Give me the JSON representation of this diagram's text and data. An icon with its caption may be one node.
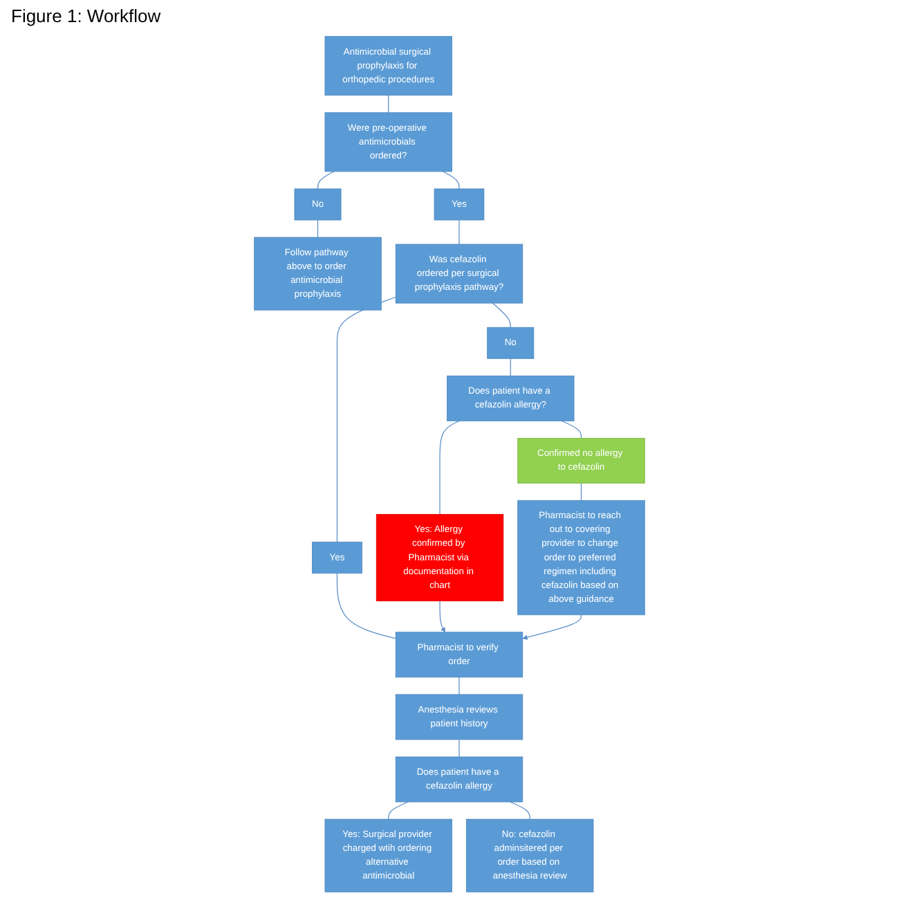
{
  "diagram": {
    "title": "Figure 1: Workflow",
    "nodes": [
      {
        "text": [
          "Antimicrobial surgical prophylaxis for orthopedic procedures"
        ]
      },
      {
        "text": [
          "Were pre-operative antimicrobials ordered?"
        ]
      },
      {
        "text": [
          "Yes"
        ]
      },
      {
        "text": [
          "No"
        ]
      },
      {
        "text": [
          "Follow pathway above to order antimicrobial prophylaxis"
        ]
      },
      {
        "text": [
          "Was cefazolin ordered per surgical prophylaxis pathway?"
        ]
      },
      {
        "text": [
          "Yes"
        ]
      },
      {
        "text": [
          "No"
        ]
      },
      {
        "text": [
          "Does patient have a cefazolin allergy?"
        ]
      },
      {
        "text": [
          "Pharmacist to verify order"
        ]
      },
      {
        "text": [
          "Yes: Allergy confirmed by Pharmacist via documentation in chart"
        ]
      },
      {
        "text": [
          "Confirmed no allergy to cefazolin"
        ]
      },
      {
        "text": [
          "Pharmacist to reach out to covering provider to change order to preferred regimen including cefazolin based on above guidance"
        ]
      },
      {
        "text": [
          "Anesthesia reviews patient history"
        ]
      },
      {
        "text": [
          "Does patient have a cefazolin allergy"
        ]
      },
      {
        "text": [
          "Yes: Surgical provider charged wtih ordering alternative antimicrobial"
        ]
      },
      {
        "text": [
          "No: cefazolin adminsitered per order based on anesthesia review"
        ]
      }
    ],
    "edges": [
      {
        "from": 0,
        "to": 1,
        "arrow": "none"
      },
      {
        "from": 1,
        "to": 2,
        "arrow": "none"
      },
      {
        "from": 1,
        "to": 3,
        "arrow": "none"
      },
      {
        "from": 3,
        "to": 4,
        "arrow": "none"
      },
      {
        "from": 2,
        "to": 5,
        "arrow": "none"
      },
      {
        "from": 5,
        "to": 6,
        "arrow": "none"
      },
      {
        "from": 5,
        "to": 7,
        "arrow": "none"
      },
      {
        "from": 7,
        "to": 8,
        "arrow": "none"
      },
      {
        "from": 6,
        "to": 9,
        "arrow": "none"
      },
      {
        "from": 8,
        "to": 10,
        "arrow": "none"
      },
      {
        "from": 8,
        "to": 11,
        "arrow": "none"
      },
      {
        "from": 10,
        "to": 9,
        "arrow": "to"
      },
      {
        "from": 11,
        "to": 12,
        "arrow": "none"
      },
      {
        "from": 12,
        "to": 9,
        "arrow": "to"
      },
      {
        "from": 9,
        "to": 13,
        "arrow": "none"
      },
      {
        "from": 13,
        "to": 14,
        "arrow": "none"
      },
      {
        "from": 14,
        "to": 15,
        "arrow": "none"
      },
      {
        "from": 14,
        "to": 16,
        "arrow": "none"
      }
    ]
  }
}
